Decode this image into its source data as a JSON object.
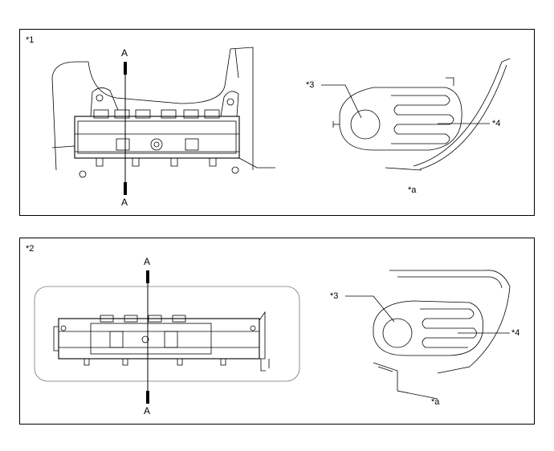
{
  "panels": [
    {
      "label": "*1",
      "section_top": "A",
      "section_bottom": "A",
      "callout_inflator": "*3",
      "callout_bag": "*4",
      "view_note": "*a"
    },
    {
      "label": "*2",
      "section_top": "A",
      "section_bottom": "A",
      "callout_inflator": "*3",
      "callout_bag": "*4",
      "view_note": "*a"
    }
  ]
}
